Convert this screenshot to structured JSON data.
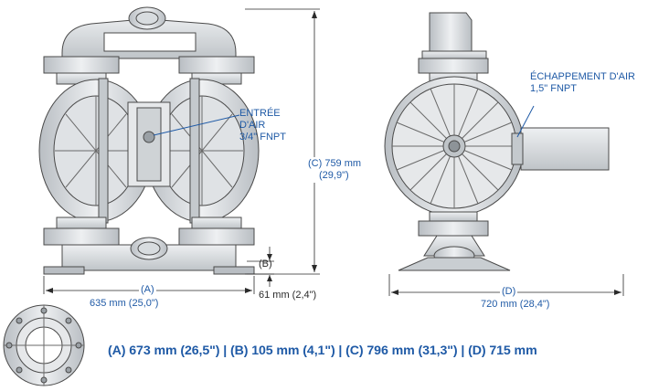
{
  "callouts": {
    "air_inlet": [
      "ENTRÉE",
      "D'AIR",
      "3/4\" FNPT"
    ],
    "air_exhaust": [
      "ÉCHAPPEMENT D'AIR",
      "1,5\" FNPT"
    ]
  },
  "dimensions": {
    "A_label": "(A)",
    "A_value": "635 mm (25,0\")",
    "B_label": "(B)",
    "B_value": "61 mm (2,4\")",
    "C_label": "(C) 759 mm",
    "C_value": "(29,9\")",
    "D_label": "(D)",
    "D_value": "720 mm (28,4\")"
  },
  "alternate_dims": "(A) 673 mm (26,5\") | (B) 105 mm (4,1\") | (C) 796 mm (31,3\") | (D) 715 mm",
  "colors": {
    "label_blue": "#1f5aa6",
    "metal_light": "#e3e6e8",
    "metal_mid": "#c9ced2",
    "outline": "#4a4a4a"
  }
}
